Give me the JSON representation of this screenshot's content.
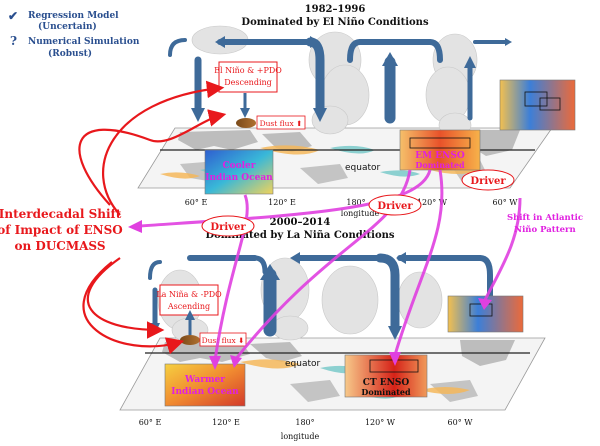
{
  "legend": {
    "regression_mark": "✔",
    "regression_label_1": "Regression Model",
    "regression_label_2": "(Uncertain)",
    "simulation_mark": "?",
    "simulation_label_1": "Numerical Simulation",
    "simulation_label_2": "(Robust)"
  },
  "top_panel": {
    "period": "1982–1996",
    "condition": "Dominated by El Niño Conditions",
    "box_line_1": "El Niño & +PDO",
    "box_line_2": "Descending",
    "dust_label": "Dust flux ⬆",
    "equator_label": "equator",
    "indian_ocean_line_1": "Cooler",
    "indian_ocean_line_2": "Indian Ocean",
    "enso_line_1": "EM ENSO",
    "enso_line_2": "Dominated",
    "ticks": [
      "60° E",
      "120° E",
      "180°",
      "120° W",
      "60° W"
    ],
    "axis_label": "longitude"
  },
  "bottom_panel": {
    "period": "2000–2014",
    "condition": "Dominated by La Niña Conditions",
    "box_line_1": "La Niña & -PDO",
    "box_line_2": "Ascending",
    "dust_label": "Dust flux ⬇",
    "equator_label": "equator",
    "indian_ocean_line_1": "Warmer",
    "indian_ocean_line_2": "Indian Ocean",
    "enso_line_1": "CT ENSO",
    "enso_line_2": "Dominated",
    "ticks": [
      "60° E",
      "120° E",
      "180°",
      "120° W",
      "60° W"
    ],
    "axis_label": "longitude"
  },
  "drivers": [
    "Driver",
    "Driver",
    "Driver"
  ],
  "shift_label_1": "Interdecadal Shift",
  "shift_label_2": "of Impact of ENSO",
  "shift_label_3": "on DUCMASS",
  "atlantic_label_1": "Shift in Atlantic",
  "atlantic_label_2": "Niño Pattern",
  "colors": {
    "circulation_arrow": "#3e6a99",
    "shift_arrow": "#e8181c",
    "driver_arrow": "#e040e0",
    "text_blue": "#2a4f8f",
    "text_red": "#e8181c",
    "text_magenta": "#e020e0"
  }
}
